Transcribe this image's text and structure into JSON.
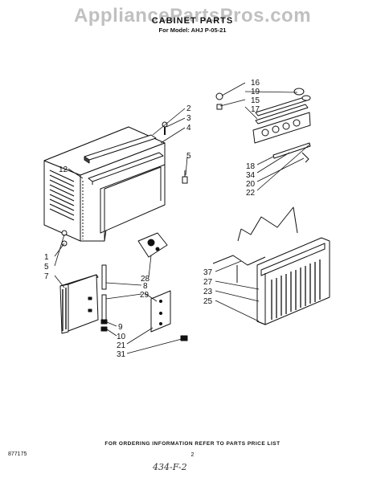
{
  "watermark": "AppliancePartsPros.com",
  "header": {
    "title": "CABINET PARTS",
    "model": "For Model: AHJ P-05-21"
  },
  "callouts": {
    "c16": "16",
    "c19": "19",
    "c15": "15",
    "c17": "17",
    "c2": "2",
    "c3": "3",
    "c4": "4",
    "c5a": "5",
    "c18": "18",
    "c34": "34",
    "c20": "20",
    "c22": "22",
    "c12": "12",
    "c1": "1",
    "c5b": "5",
    "c7": "7",
    "c28": "28",
    "c8": "8",
    "c29": "29",
    "c9": "9",
    "c10": "10",
    "c21": "21",
    "c31": "31",
    "c37": "37",
    "c27": "27",
    "c23": "23",
    "c25": "25"
  },
  "footer": {
    "note": "FOR ORDERING INFORMATION REFER TO PARTS PRICE LIST",
    "doc_number": "877175",
    "page": "2",
    "handwritten": "434-F-2"
  }
}
